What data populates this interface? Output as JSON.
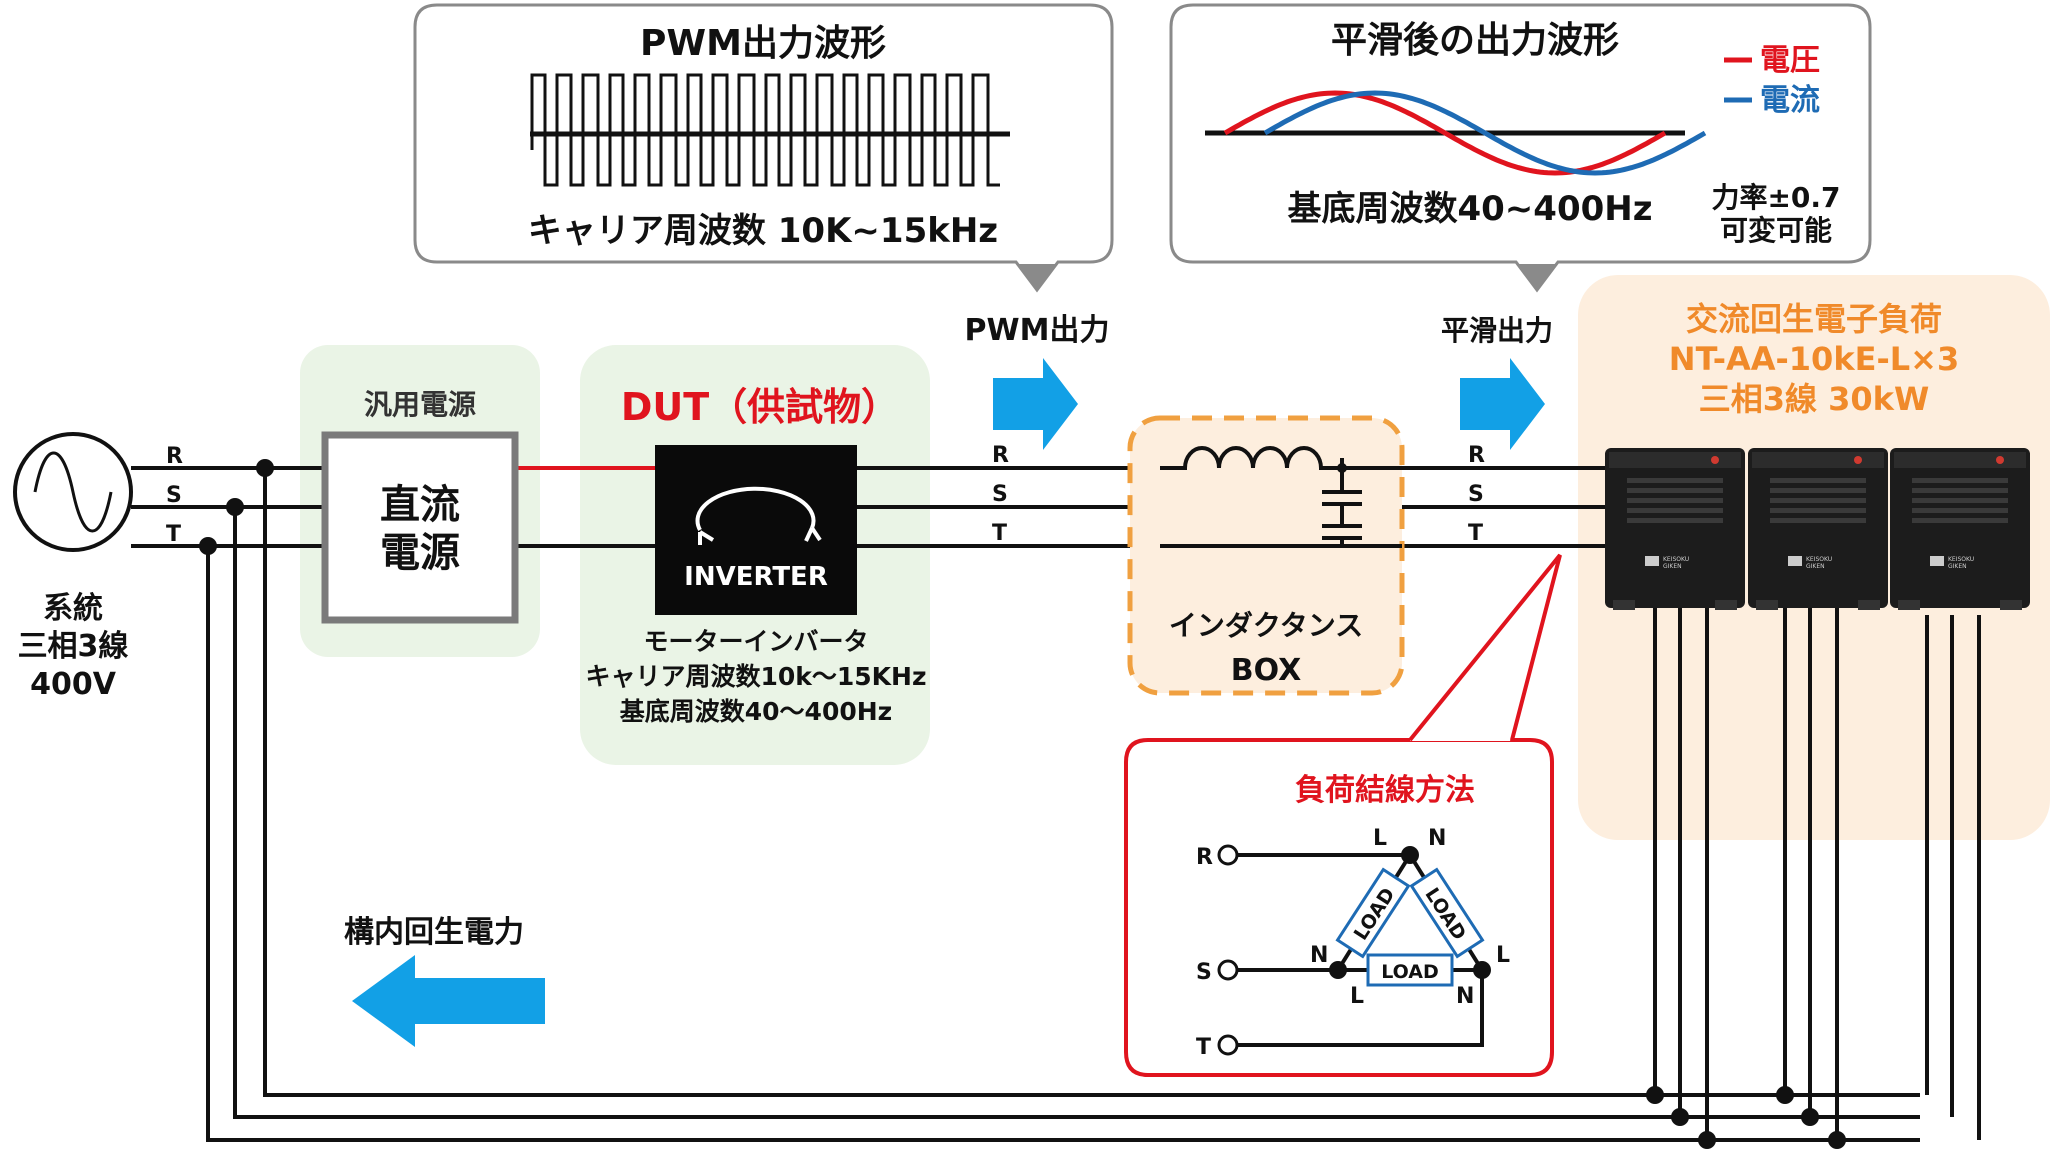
{
  "pwm_callout": {
    "title": "PWM出力波形",
    "subtitle": "キャリア周波数 10K~15kHz"
  },
  "smooth_callout": {
    "title": "平滑後の出力波形",
    "legend_voltage": "電圧",
    "legend_current": "電流",
    "subtitle": "基底周波数40~400Hz",
    "pf_line1": "力率±0.7",
    "pf_line2": "可変可能"
  },
  "source": {
    "line1": "系統",
    "line2": "三相3線",
    "line3": "400V",
    "phase_r": "R",
    "phase_s": "S",
    "phase_t": "T"
  },
  "psu": {
    "caption": "汎用電源",
    "line1": "直流",
    "line2": "電源"
  },
  "dut": {
    "title": "DUT（供試物）",
    "inverter_label": "INVERTER",
    "desc1": "モーターインバータ",
    "desc2": "キャリア周波数10k～15KHz",
    "desc3": "基底周波数40～400Hz"
  },
  "pwm_out": {
    "label": "PWM出力",
    "phase_r": "R",
    "phase_s": "S",
    "phase_t": "T"
  },
  "inductance": {
    "line1": "インダクタンス",
    "line2": "BOX"
  },
  "smooth_out": {
    "label": "平滑出力",
    "phase_r": "R",
    "phase_s": "S",
    "phase_t": "T"
  },
  "load": {
    "title": "交流回生電子負荷",
    "model": "NT-AA-10kE-L×3",
    "rating": "三相3線 30kW",
    "unit_brand_badge": "KG",
    "unit_brand_line1": "KEISOKU",
    "unit_brand_line2": "GIKEN"
  },
  "wiring": {
    "title": "負荷結線方法",
    "terminal_r": "R",
    "terminal_s": "S",
    "terminal_t": "T",
    "load_label": "LOAD",
    "l": "L",
    "n": "N"
  },
  "regen": {
    "label": "構内回生電力"
  },
  "colors": {
    "red": "#e0141e",
    "blue_arrow": "#12a0e6",
    "wave_blue": "#1e6bb4",
    "green_bg": "#eaf4e6",
    "orange_bg": "#fdeede",
    "orange_dash": "#f0a040",
    "gray_border": "#8a8a8a"
  }
}
